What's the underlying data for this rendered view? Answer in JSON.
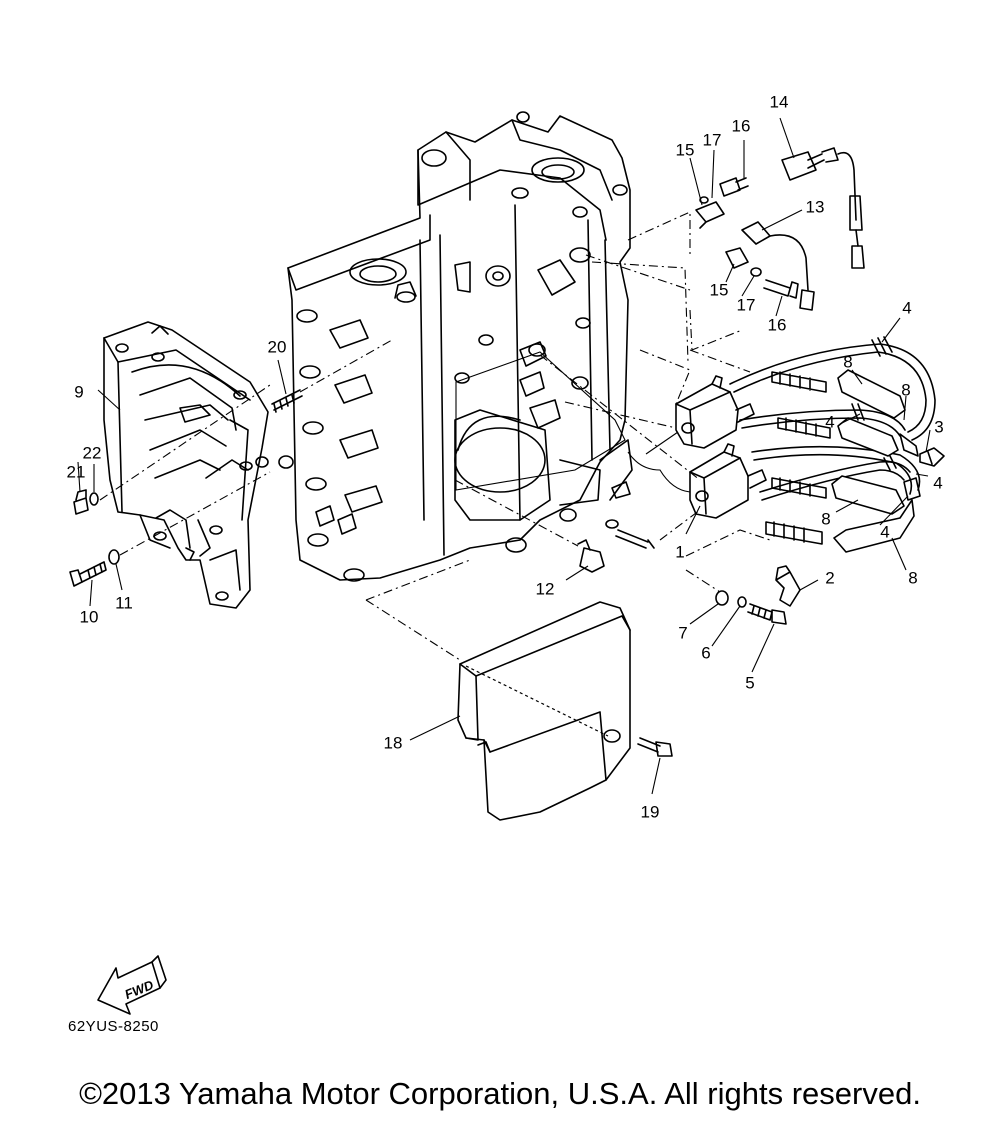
{
  "diagram": {
    "drawing_code": "62YUS-8250",
    "copyright": "©2013 Yamaha Motor Corporation, U.S.A. All rights reserved.",
    "direction_label": "FWD",
    "callouts": [
      "1",
      "2",
      "3",
      "4",
      "4",
      "4",
      "4",
      "5",
      "6",
      "7",
      "8",
      "8",
      "8",
      "8",
      "9",
      "10",
      "11",
      "12",
      "13",
      "14",
      "15",
      "15",
      "16",
      "16",
      "17",
      "17",
      "18",
      "19",
      "20",
      "21",
      "22"
    ]
  }
}
